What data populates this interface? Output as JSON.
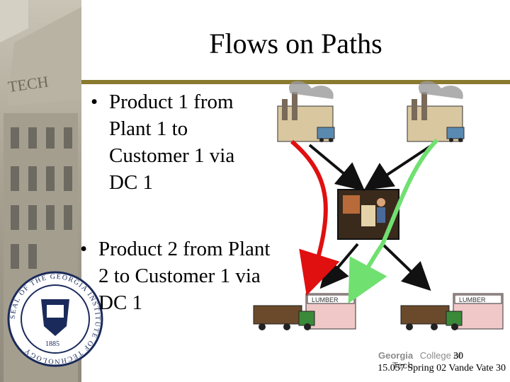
{
  "slide": {
    "title": "Flows on Paths",
    "bullet1": {
      "lines": [
        "Product 1 from",
        "Plant 1 to",
        "Customer 1 via",
        "DC 1"
      ]
    },
    "bullet2": {
      "lines": [
        "Product 2 from Plant",
        "2 to Customer 1 via",
        "DC 1"
      ]
    },
    "bullet_glyph": "•"
  },
  "footer": {
    "page_number": "30",
    "course": "15.057 Spring 02 Vande Vate 30",
    "logo_line1": "Georgia",
    "logo_line2": "Tech",
    "logo_right": "College of"
  },
  "seal": {
    "ring_text": "SEAL OF THE GEORGIA INSTITUTE OF TECHNOLOGY",
    "year": "1885"
  },
  "store_sign": "LUMBER",
  "colors": {
    "title_rule": "#8a7a2e",
    "product1_arrow": "#e01010",
    "product2_arrow": "#70e070",
    "network_arrow": "#111111"
  },
  "icons": [
    "factory-icon",
    "warehouse-worker-icon",
    "store-truck-icon",
    "university-seal-icon",
    "clock-tower-icon"
  ]
}
